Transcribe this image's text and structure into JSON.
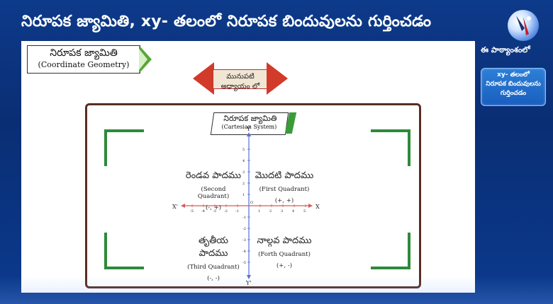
{
  "header": {
    "title": "నిరూపక జ్యామితి, xy- తలంలో నిరూపక బిందువులను గుర్తించడం"
  },
  "topic_tag": {
    "telugu": "నిరూపక జ్యామితి",
    "english": "(Coordinate Geometry)"
  },
  "nav_arrow": {
    "label": "మునుపటి అధ్యాయం లో"
  },
  "cartesian_tag": {
    "telugu": "నిరూపక జ్యామితి",
    "english": "(Cartesian System)"
  },
  "axes": {
    "x_label": "X",
    "x_prime_label": "X'",
    "y_label": "Y",
    "y_prime_label": "Y'",
    "origin_label": "O",
    "x_ticks": [
      "-5",
      "-4",
      "-3",
      "-2",
      "-1",
      "1",
      "2",
      "3",
      "4",
      "5"
    ],
    "y_ticks": [
      "5",
      "4",
      "3",
      "2",
      "1",
      "-1",
      "-2",
      "-3",
      "-4",
      "-5"
    ]
  },
  "quadrants": [
    {
      "telugu": "రెండవ పాదము",
      "english": "(Second Quadrant)",
      "signs": "(-, +)"
    },
    {
      "telugu": "మొదటి పాదము",
      "english": "(First Quadrant)",
      "signs": "(+, +)"
    },
    {
      "telugu": "తృతీయ పాదము",
      "english": "(Third Quadrant)",
      "signs": "(-, -)"
    },
    {
      "telugu": "నాల్గవ పాదము",
      "english": "(Forth Quadrant)",
      "signs": "(+, -)"
    }
  ],
  "sidebar": {
    "heading": "ఈ పాఠ్యాంశంలో",
    "card_lines": [
      "xy- తలంలో",
      "నిరూపక బిందువులను",
      "గుర్తించడం"
    ]
  },
  "colors": {
    "background": "#0b2a6b",
    "accent_green": "#2e8a3a",
    "arrow_red": "#d23a2a",
    "panel_border": "#5a2d22",
    "sidebar_card": "#1a5ebf"
  }
}
